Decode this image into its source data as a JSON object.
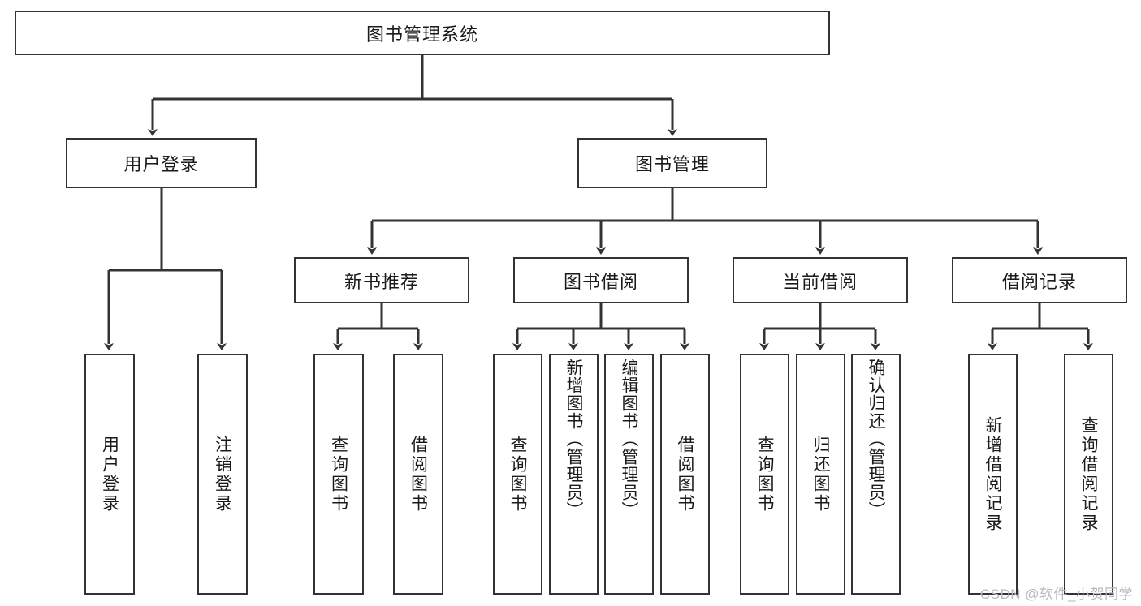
{
  "diagram": {
    "title": "图书管理系统",
    "type": "tree-hierarchy-chart",
    "root": {
      "id": "root",
      "label": "图书管理系统"
    },
    "level2": [
      {
        "id": "user-login",
        "label": "用户登录"
      },
      {
        "id": "book-manage",
        "label": "图书管理"
      }
    ],
    "level3": [
      {
        "id": "new-book-recommend",
        "label": "新书推荐"
      },
      {
        "id": "book-borrow",
        "label": "图书借阅"
      },
      {
        "id": "current-borrow",
        "label": "当前借阅"
      },
      {
        "id": "borrow-record",
        "label": "借阅记录"
      }
    ],
    "leaves": {
      "user_login": [
        {
          "id": "leaf-user-login",
          "label": "用户登录"
        },
        {
          "id": "leaf-logout-login",
          "label": "注销登录"
        }
      ],
      "new_book_recommend": [
        {
          "id": "leaf-query-book-1",
          "label": "查询图书"
        },
        {
          "id": "leaf-borrow-book-1",
          "label": "借阅图书"
        }
      ],
      "book_borrow": [
        {
          "id": "leaf-query-book-2",
          "label": "查询图书"
        },
        {
          "id": "leaf-add-book",
          "label": "新增图书（管理员）"
        },
        {
          "id": "leaf-edit-book",
          "label": "编辑图书（管理员）"
        },
        {
          "id": "leaf-borrow-book-2",
          "label": "借阅图书"
        }
      ],
      "current_borrow": [
        {
          "id": "leaf-query-book-3",
          "label": "查询图书"
        },
        {
          "id": "leaf-return-book",
          "label": "归还图书"
        },
        {
          "id": "leaf-confirm-return",
          "label": "确认归还（管理员）"
        }
      ],
      "borrow_record": [
        {
          "id": "leaf-add-record",
          "label": "新增借阅记录"
        },
        {
          "id": "leaf-query-record",
          "label": "查询借阅记录"
        }
      ]
    }
  },
  "watermark": {
    "text": "CSDN @软件_小贺同学"
  },
  "colors": {
    "stroke": "#333333",
    "box_fill": "#ffffff",
    "text": "#1a1a1a",
    "watermark": "#b9b9b9",
    "background": "#ffffff"
  }
}
